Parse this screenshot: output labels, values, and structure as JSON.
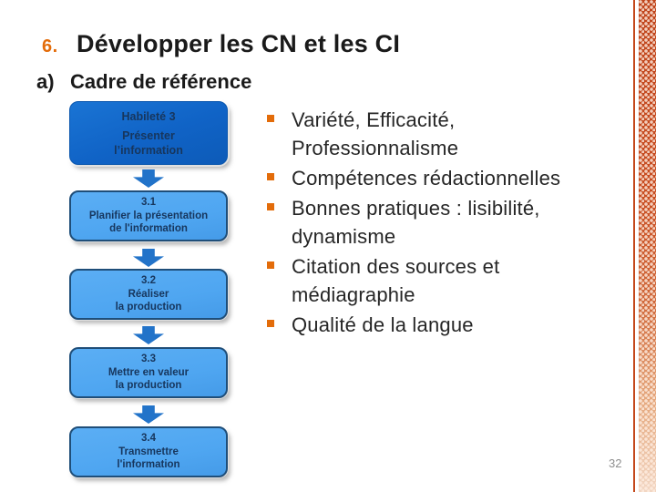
{
  "slide": {
    "number_label": "6.",
    "title": "Développer les CN et les CI",
    "subtitle_marker": "a)",
    "subtitle": "Cadre de référence",
    "page_number": "32"
  },
  "flowchart": {
    "header_box": {
      "line1": "Habileté 3",
      "line2": "Présenter",
      "line3": "l’information"
    },
    "steps": [
      {
        "number": "3.1",
        "lines": [
          "Planifier la présentation",
          "de l'information"
        ]
      },
      {
        "number": "3.2",
        "lines": [
          "Réaliser",
          "la production"
        ]
      },
      {
        "number": "3.3",
        "lines": [
          "Mettre en valeur",
          "la production"
        ]
      },
      {
        "number": "3.4",
        "lines": [
          "Transmettre",
          "l'information"
        ]
      }
    ]
  },
  "bullets": [
    "Variété, Efficacité, Professionnalisme",
    "Compétences rédactionnelles",
    "Bonnes pratiques : lisibilité, dynamisme",
    "Citation des sources et médiagraphie",
    "Qualité de la langue"
  ],
  "colors": {
    "accent_orange": "#E36C0A",
    "strip_orange": "#C4481C",
    "header_box_fill": "#1063C6",
    "step_box_fill": "#4FA6F1",
    "step_box_border": "#1F4E79",
    "box_text": "#17365D",
    "arrow_blue": "#2273C9",
    "title_text": "#1A1A1A",
    "body_text": "#262626",
    "page_number_gray": "#8F8F8F"
  }
}
